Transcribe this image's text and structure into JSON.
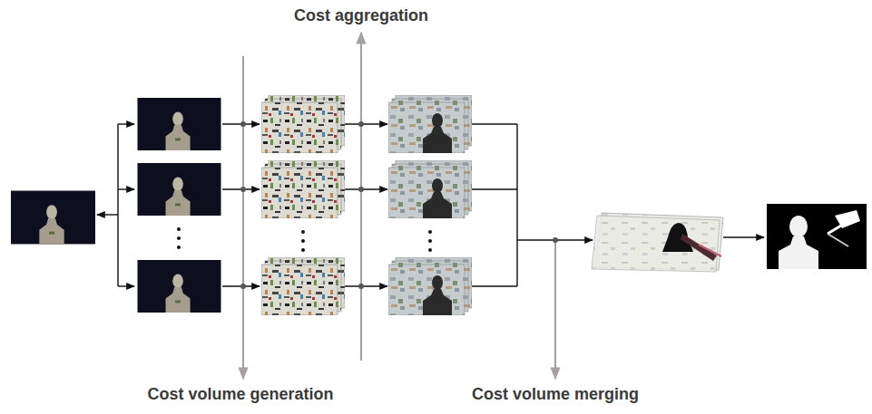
{
  "diagram": {
    "labels": [
      "Cost aggregation",
      "Cost volume generation",
      "Cost volume merging"
    ]
  }
}
